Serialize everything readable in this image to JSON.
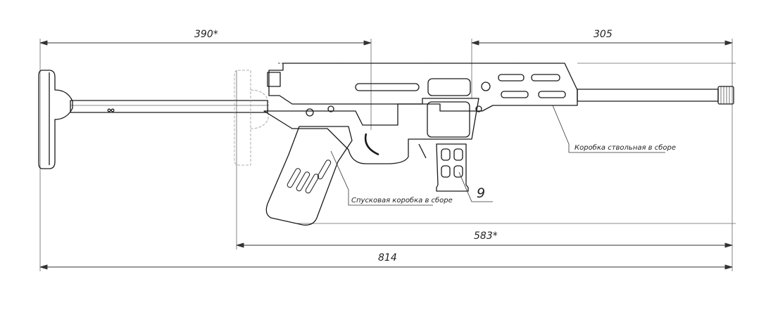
{
  "dimensions": {
    "stock_to_rail": "390*",
    "rail_to_muzzle": "305",
    "folded_length": "583*",
    "overall_length": "814"
  },
  "callouts": {
    "upper_receiver": "Коробка ствольная в сборе",
    "lower_receiver": "Спусковая коробка в сборе",
    "magazine_item": "9"
  },
  "colors": {
    "line": "#1a1a1a",
    "thin": "#555555",
    "background": "#ffffff"
  }
}
